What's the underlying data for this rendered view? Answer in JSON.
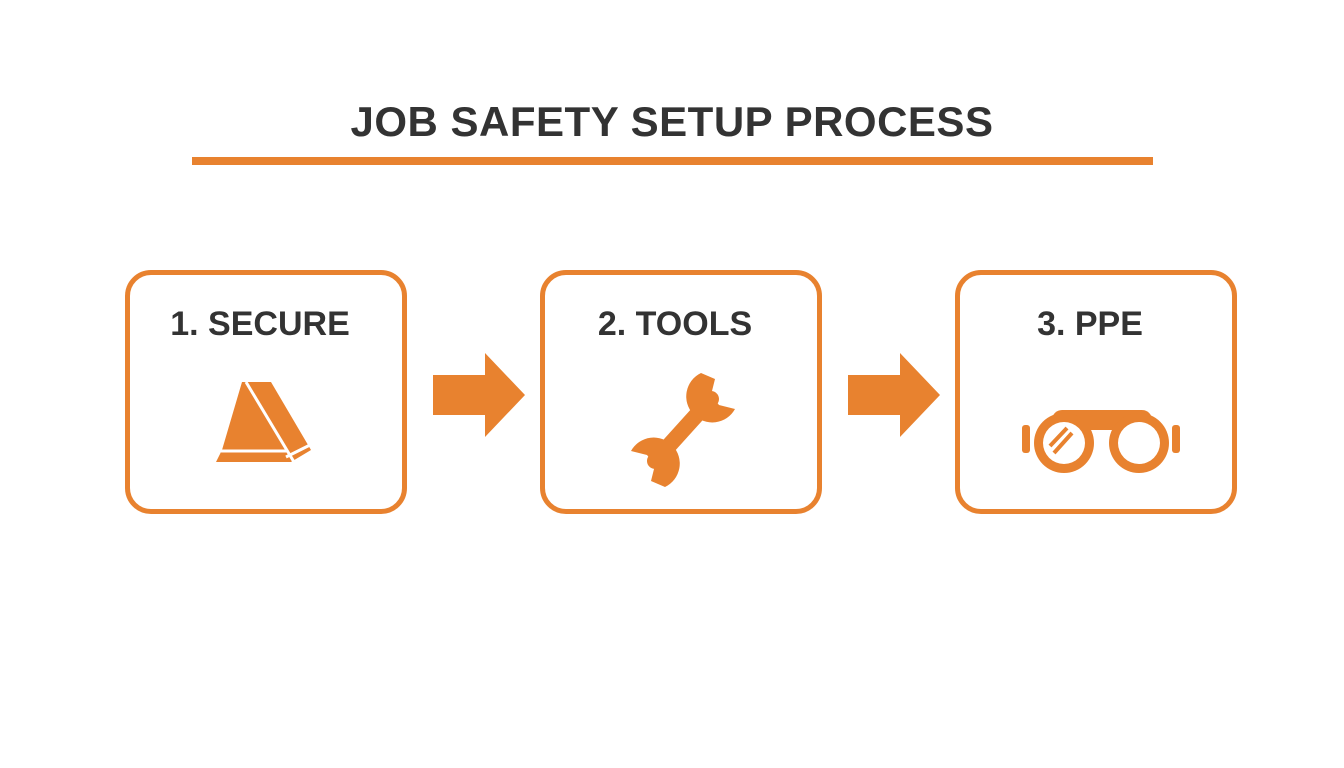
{
  "title": "JOB SAFETY SETUP PROCESS",
  "colors": {
    "accent": "#e8822f",
    "text": "#333333",
    "background": "#ffffff"
  },
  "steps": [
    {
      "label": "1. SECURE",
      "icon": "traffic-cone-icon"
    },
    {
      "label": "2. TOOLS",
      "icon": "wrench-icon"
    },
    {
      "label": "3. PPE",
      "icon": "safety-goggles-icon"
    }
  ],
  "connectors": [
    "arrow-right-icon",
    "arrow-right-icon"
  ]
}
